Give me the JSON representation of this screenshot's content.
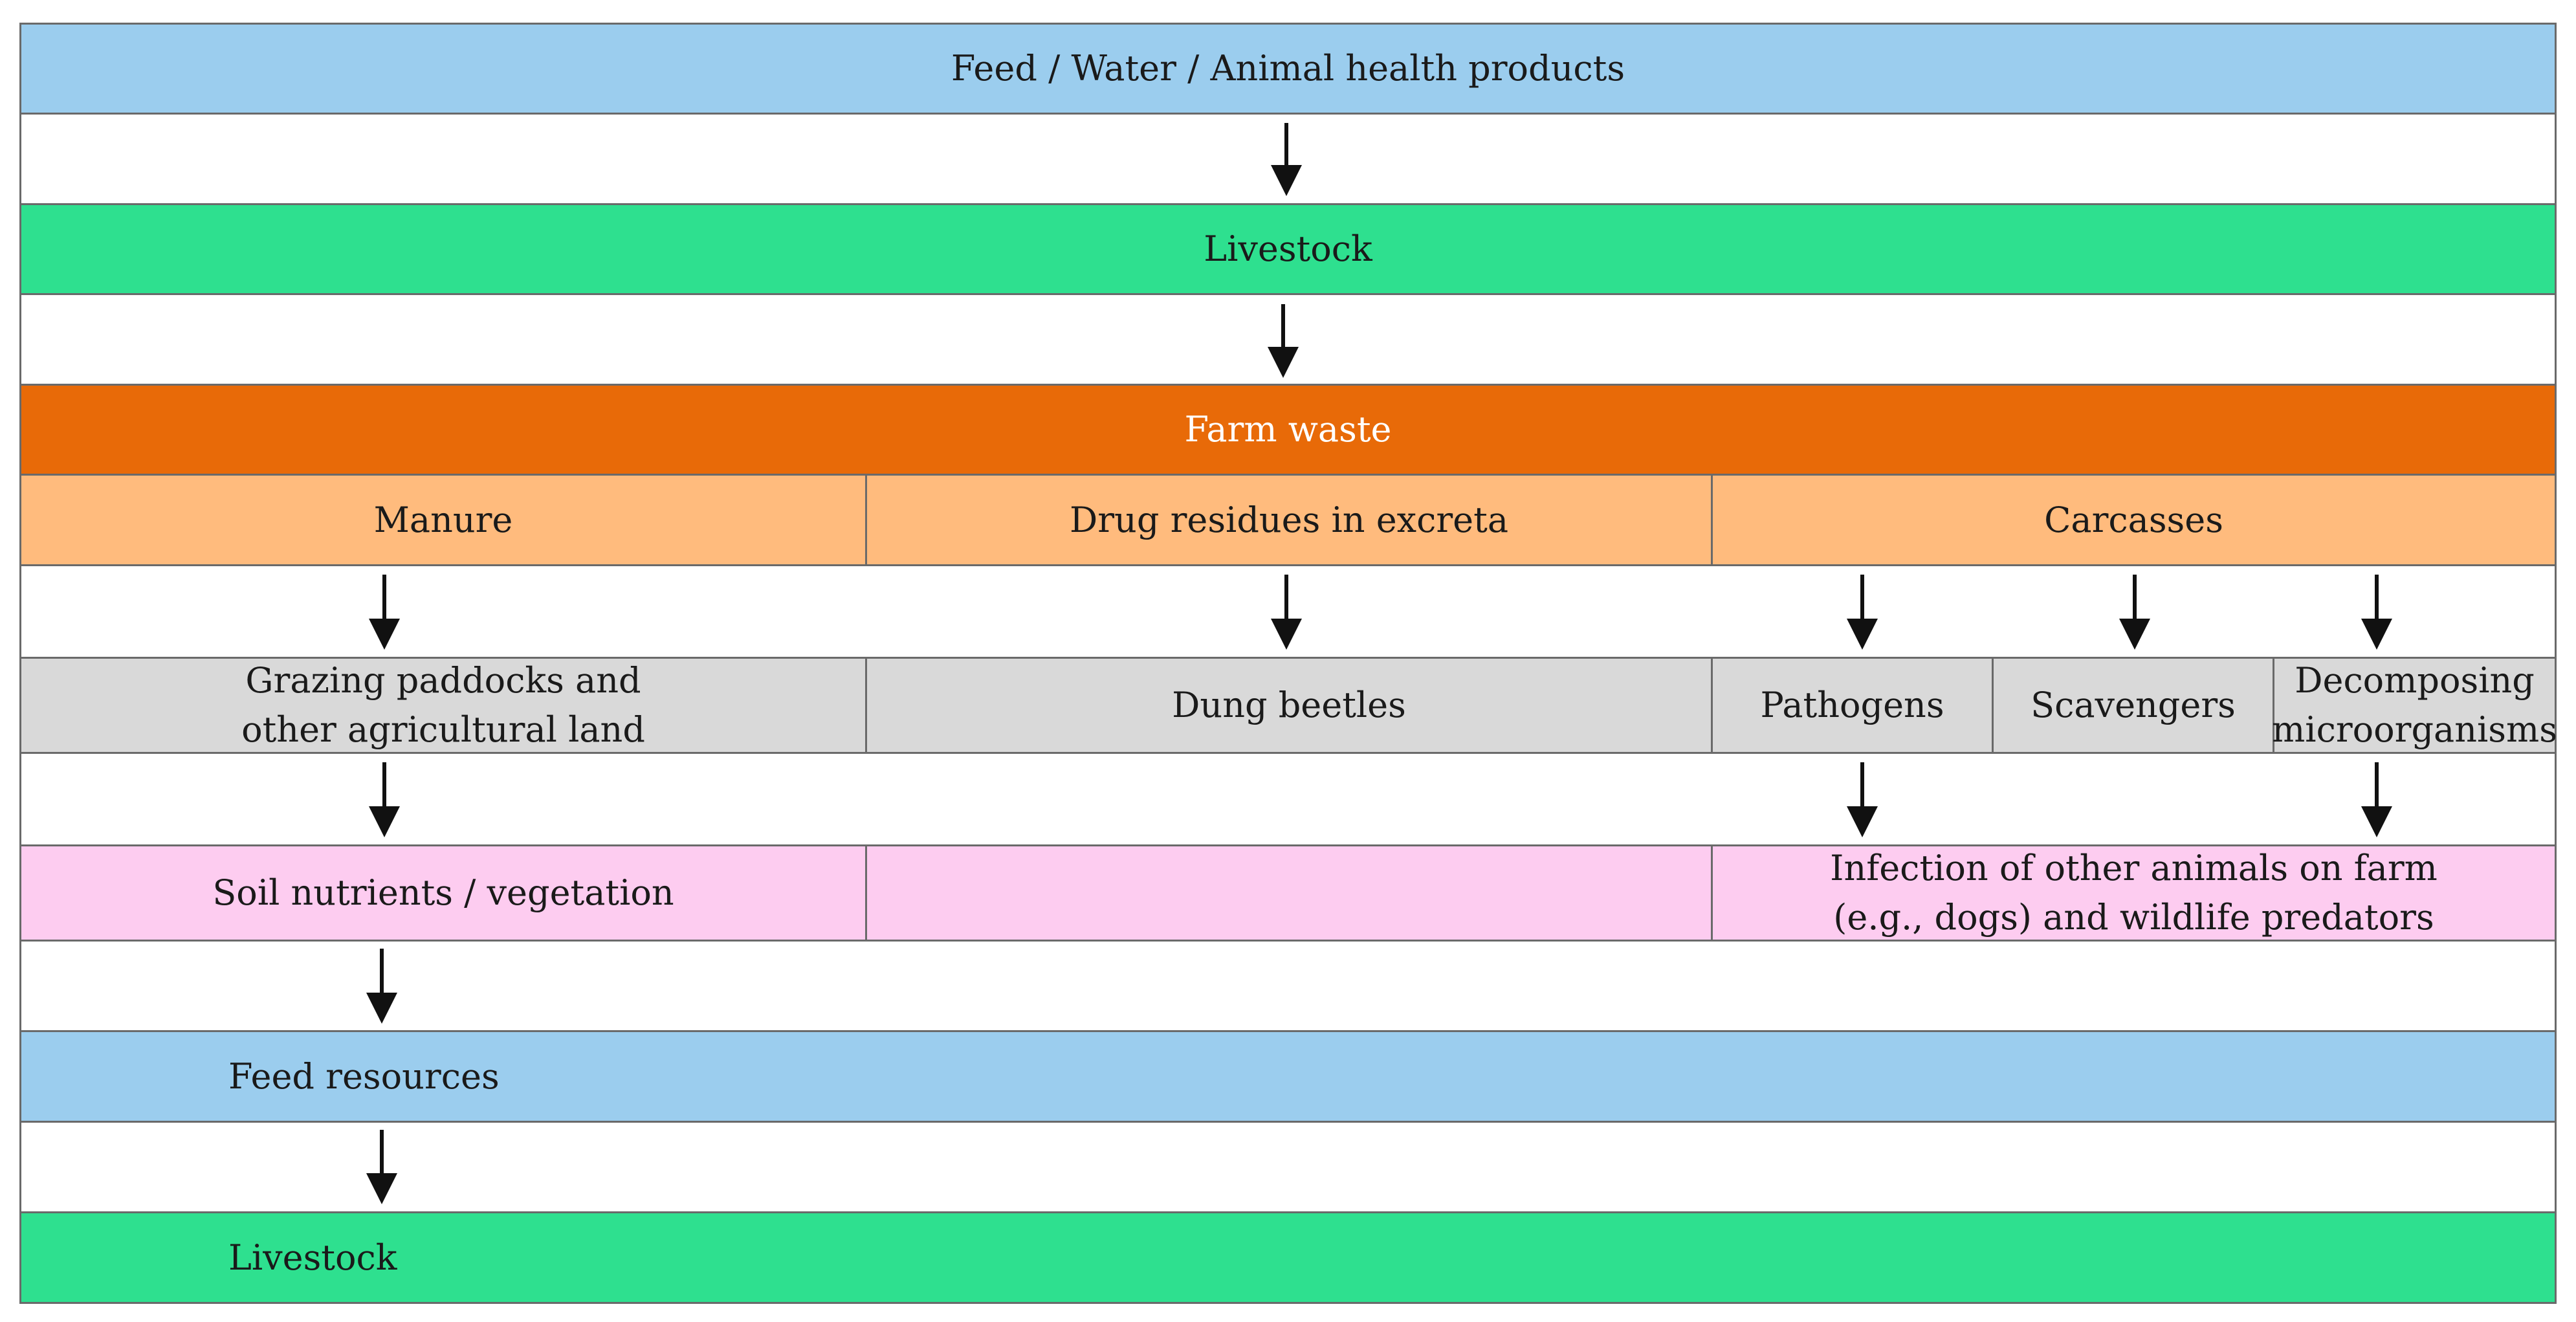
{
  "diagram": {
    "top_inputs": "Feed / Water / Animal health products",
    "livestock": "Livestock",
    "farm_waste": "Farm waste",
    "manure": "Manure",
    "drug_residues": "Drug residues in excreta",
    "carcasses": "Carcasses",
    "grazing_line1": "Grazing paddocks and",
    "grazing_line2": "other agricultural land",
    "dung_beetles": "Dung beetles",
    "pathogens": "Pathogens",
    "scavengers": "Scavengers",
    "decomposing_line1": "Decomposing",
    "decomposing_line2": "microorganisms",
    "soil_nutrients": "Soil nutrients / vegetation",
    "infection_line1": "Infection of other animals on farm",
    "infection_line2": "(e.g., dogs) and wildlife predators",
    "feed_resources": "Feed resources",
    "livestock_bottom": "Livestock"
  },
  "colors": {
    "blue": "#9bcdee",
    "green": "#2ee08f",
    "farm_waste": "#e86a08",
    "light_orange": "#ffbb7d",
    "grey": "#d9d9d9",
    "pink": "#fdccf0"
  }
}
